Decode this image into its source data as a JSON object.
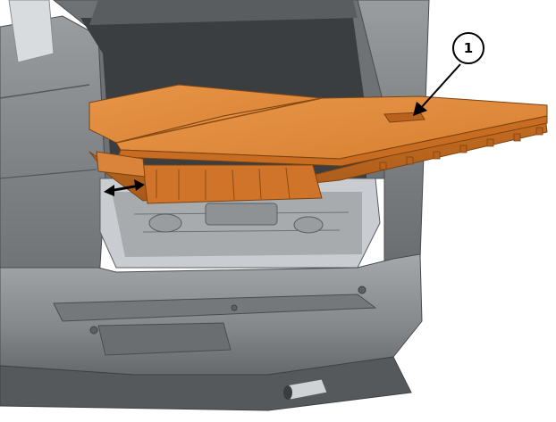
{
  "illustration": {
    "callouts": [
      {
        "number": "1",
        "refers_to": "cargo-floor-panel"
      }
    ],
    "colors": {
      "panel_orange": "#e0893a",
      "panel_orange_dark": "#b8621e",
      "panel_orange_light": "#f0a55c",
      "vehicle_gray": "#8c8f92",
      "vehicle_gray_dark": "#5e6164",
      "vehicle_gray_light": "#b9bcbf",
      "background": "#ffffff"
    },
    "indicators": [
      {
        "name": "slide-direction",
        "glyph": "double-arrow"
      }
    ]
  }
}
